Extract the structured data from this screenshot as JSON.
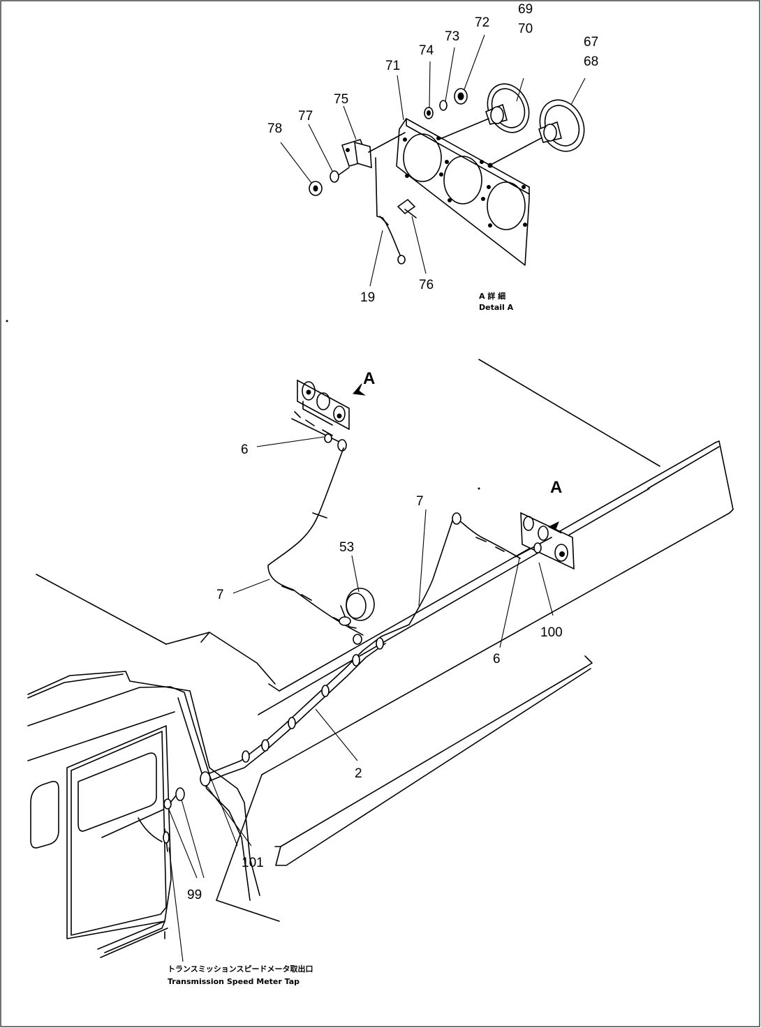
{
  "detail_a": {
    "callouts": {
      "c69": "69",
      "c70": "70",
      "c67": "67",
      "c68": "68",
      "c72": "72",
      "c73": "73",
      "c74": "74",
      "c71": "71",
      "c75": "75",
      "c77": "77",
      "c78": "78",
      "c19": "19",
      "c76": "76"
    },
    "caption_jp": "A 詳 細",
    "caption_en": "Detail A"
  },
  "main_view": {
    "callouts": {
      "marker_a_left": "A",
      "marker_a_right": "A",
      "c6_left": "6",
      "c7_left": "7",
      "c7_right": "7",
      "c53": "53",
      "c100": "100",
      "c6_right": "6",
      "c2": "2",
      "c101": "101",
      "c99": "99"
    },
    "tap_label_jp": "トランスミッションスピードメータ取出口",
    "tap_label_en": "Transmission Speed Meter Tap"
  }
}
